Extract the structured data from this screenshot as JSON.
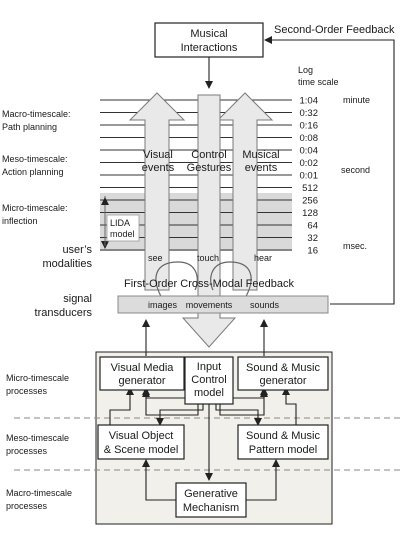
{
  "top": {
    "musical_interactions": [
      "Musical",
      "Interactions"
    ],
    "second_order_feedback": "Second-Order Feedback"
  },
  "time_scale": {
    "header": [
      "Log",
      "time scale"
    ],
    "ticks": [
      "1:04",
      "0:32",
      "0:16",
      "0:08",
      "0:04",
      "0:02",
      "0:01",
      "512",
      "256",
      "128",
      "64",
      "32",
      "16"
    ],
    "units": {
      "minute": "minute",
      "second": "second",
      "msec": "msec."
    }
  },
  "left_labels": {
    "macro": [
      "Macro-timescale:",
      "Path planning"
    ],
    "meso": [
      "Meso-timescale:",
      "Action planning"
    ],
    "micro": [
      "Micro-timescale:",
      "inflection"
    ],
    "modalities": [
      "user’s",
      "modalities"
    ],
    "transducers": [
      "signal",
      "transducers"
    ]
  },
  "channels": {
    "visual_events": [
      "Visual",
      "events"
    ],
    "control_gestures": [
      "Control",
      "Gestures"
    ],
    "musical_events": [
      "Musical",
      "events"
    ]
  },
  "lida": [
    "LIDA",
    "model"
  ],
  "modalities": {
    "see": "see",
    "touch": "touch",
    "hear": "hear"
  },
  "first_order_feedback": "First-Order Cross-Modal Feedback",
  "transducer_labels": {
    "images": "images",
    "movements": "movements",
    "sounds": "sounds"
  },
  "process_labels": {
    "micro": [
      "Micro-timescale",
      "processes"
    ],
    "meso": [
      "Meso-timescale",
      "processes"
    ],
    "macro": [
      "Macro-timescale",
      "processes"
    ]
  },
  "boxes": {
    "visual_media": [
      "Visual Media",
      "generator"
    ],
    "input_control": [
      "Input",
      "Control",
      "model"
    ],
    "sound_music_gen": [
      "Sound & Music",
      "generator"
    ],
    "visual_object": [
      "Visual Object",
      "& Scene model"
    ],
    "sound_music_pattern": [
      "Sound & Music",
      "Pattern model"
    ],
    "generative": [
      "Generative",
      "Mechanism"
    ]
  }
}
